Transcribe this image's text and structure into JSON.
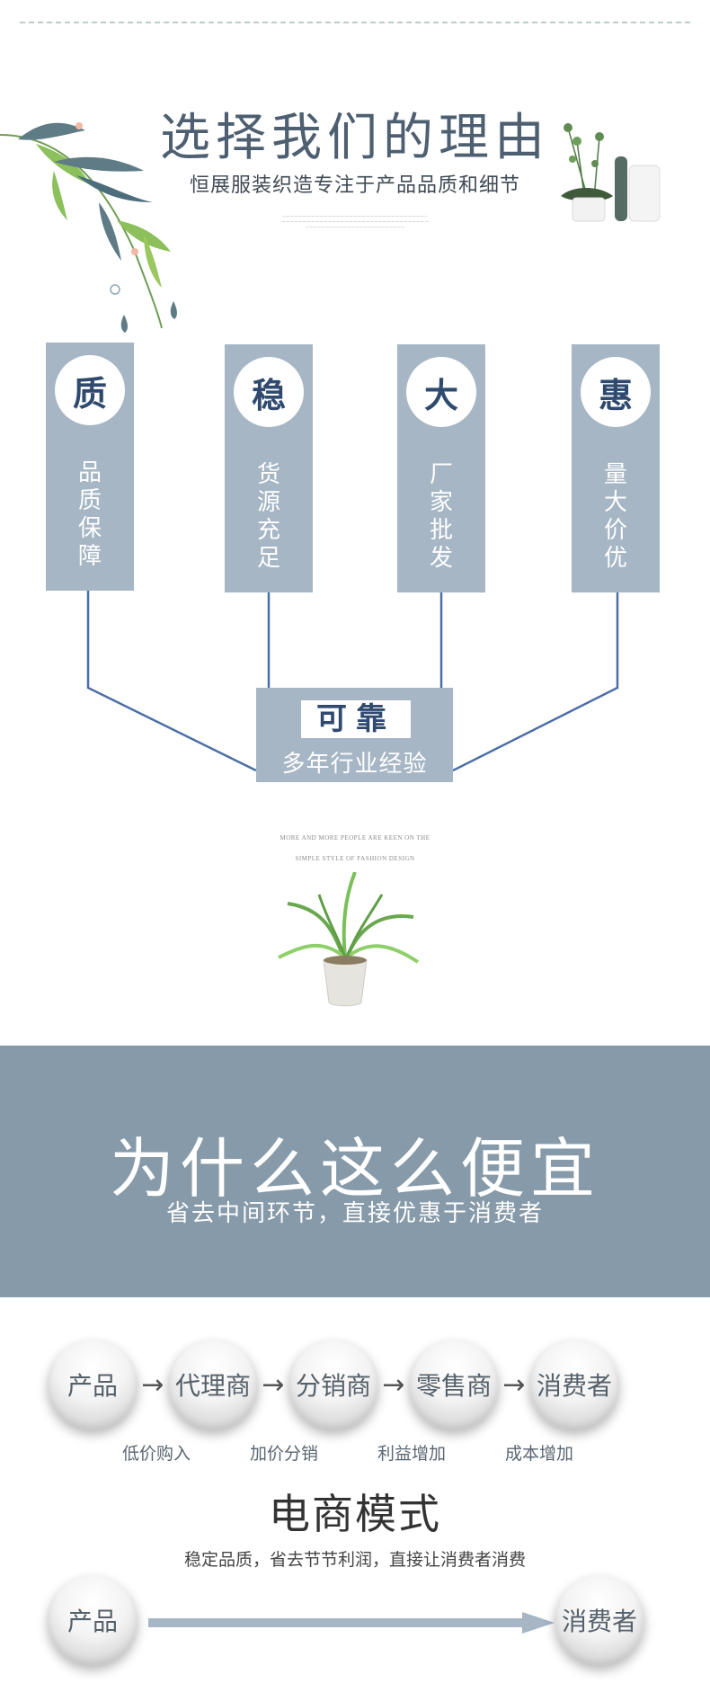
{
  "header": {
    "title": "选择我们的理由",
    "subtitle": "恒展服装织造专注于产品品质和细节"
  },
  "pillars": [
    {
      "char": "质",
      "text": "品质保障"
    },
    {
      "char": "稳",
      "text": "货源充足"
    },
    {
      "char": "大",
      "text": "厂家批发"
    },
    {
      "char": "惠",
      "text": "量大价优"
    }
  ],
  "hub": {
    "title": "可靠",
    "subtitle": "多年行业经验"
  },
  "caption": {
    "line1": "MORE AND MORE PEOPLE ARE KEEN ON THE",
    "line2": "SIMPLE STYLE OF FASHION DESIGN"
  },
  "banner": {
    "title": "为什么这么便宜",
    "subtitle": "省去中间环节，直接优惠于消费者"
  },
  "chain": {
    "steps": [
      "产品",
      "代理商",
      "分销商",
      "零售商",
      "消费者"
    ],
    "arrow": "→",
    "labels": [
      "低价购入",
      "加价分销",
      "利益增加",
      "成本增加"
    ]
  },
  "ecommerce": {
    "title": "电商模式",
    "subtitle": "稳定品质，省去节节利润，直接让消费者消费",
    "from": "产品",
    "to": "消费者"
  },
  "colors": {
    "card": "#a6b6c5",
    "banner": "#869aa9",
    "line": "#4a6fa5",
    "accent_text": "#2f4a6e"
  }
}
